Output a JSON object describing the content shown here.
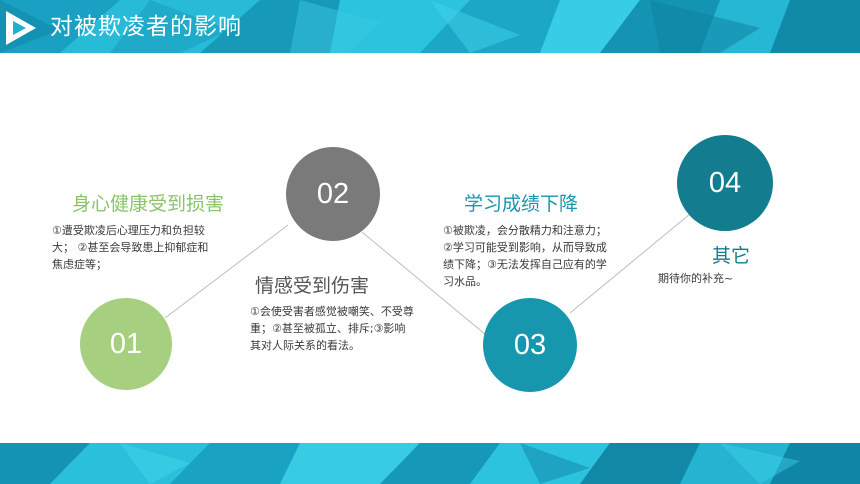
{
  "title": "对被欺凌者的影响",
  "colors": {
    "header_bg": "#1fb0cf",
    "green": "#a7cf80",
    "gray": "#7a7a7a",
    "teal_light": "#1697ad",
    "teal_dark": "#137d8f",
    "green_text": "#8cc36a"
  },
  "items": [
    {
      "number": "01",
      "heading": "身心健康受到损害",
      "desc": "①遭受欺凌后心理压力和负担较大；  ②甚至会导致患上抑郁症和焦虑症等；"
    },
    {
      "number": "02",
      "heading": "情感受到伤害",
      "desc": "①会使受害者感觉被嘲笑、不受尊重；②甚至被孤立、排斥;③影响其对人际关系的看法。"
    },
    {
      "number": "03",
      "heading": "学习成绩下降",
      "desc": "①被欺凌，会分散精力和注意力；②学习可能受到影响，从而导致成绩下降；③无法发挥自己应有的学习水品。"
    },
    {
      "number": "04",
      "heading": "其它",
      "desc": "期待你的补充~"
    }
  ]
}
